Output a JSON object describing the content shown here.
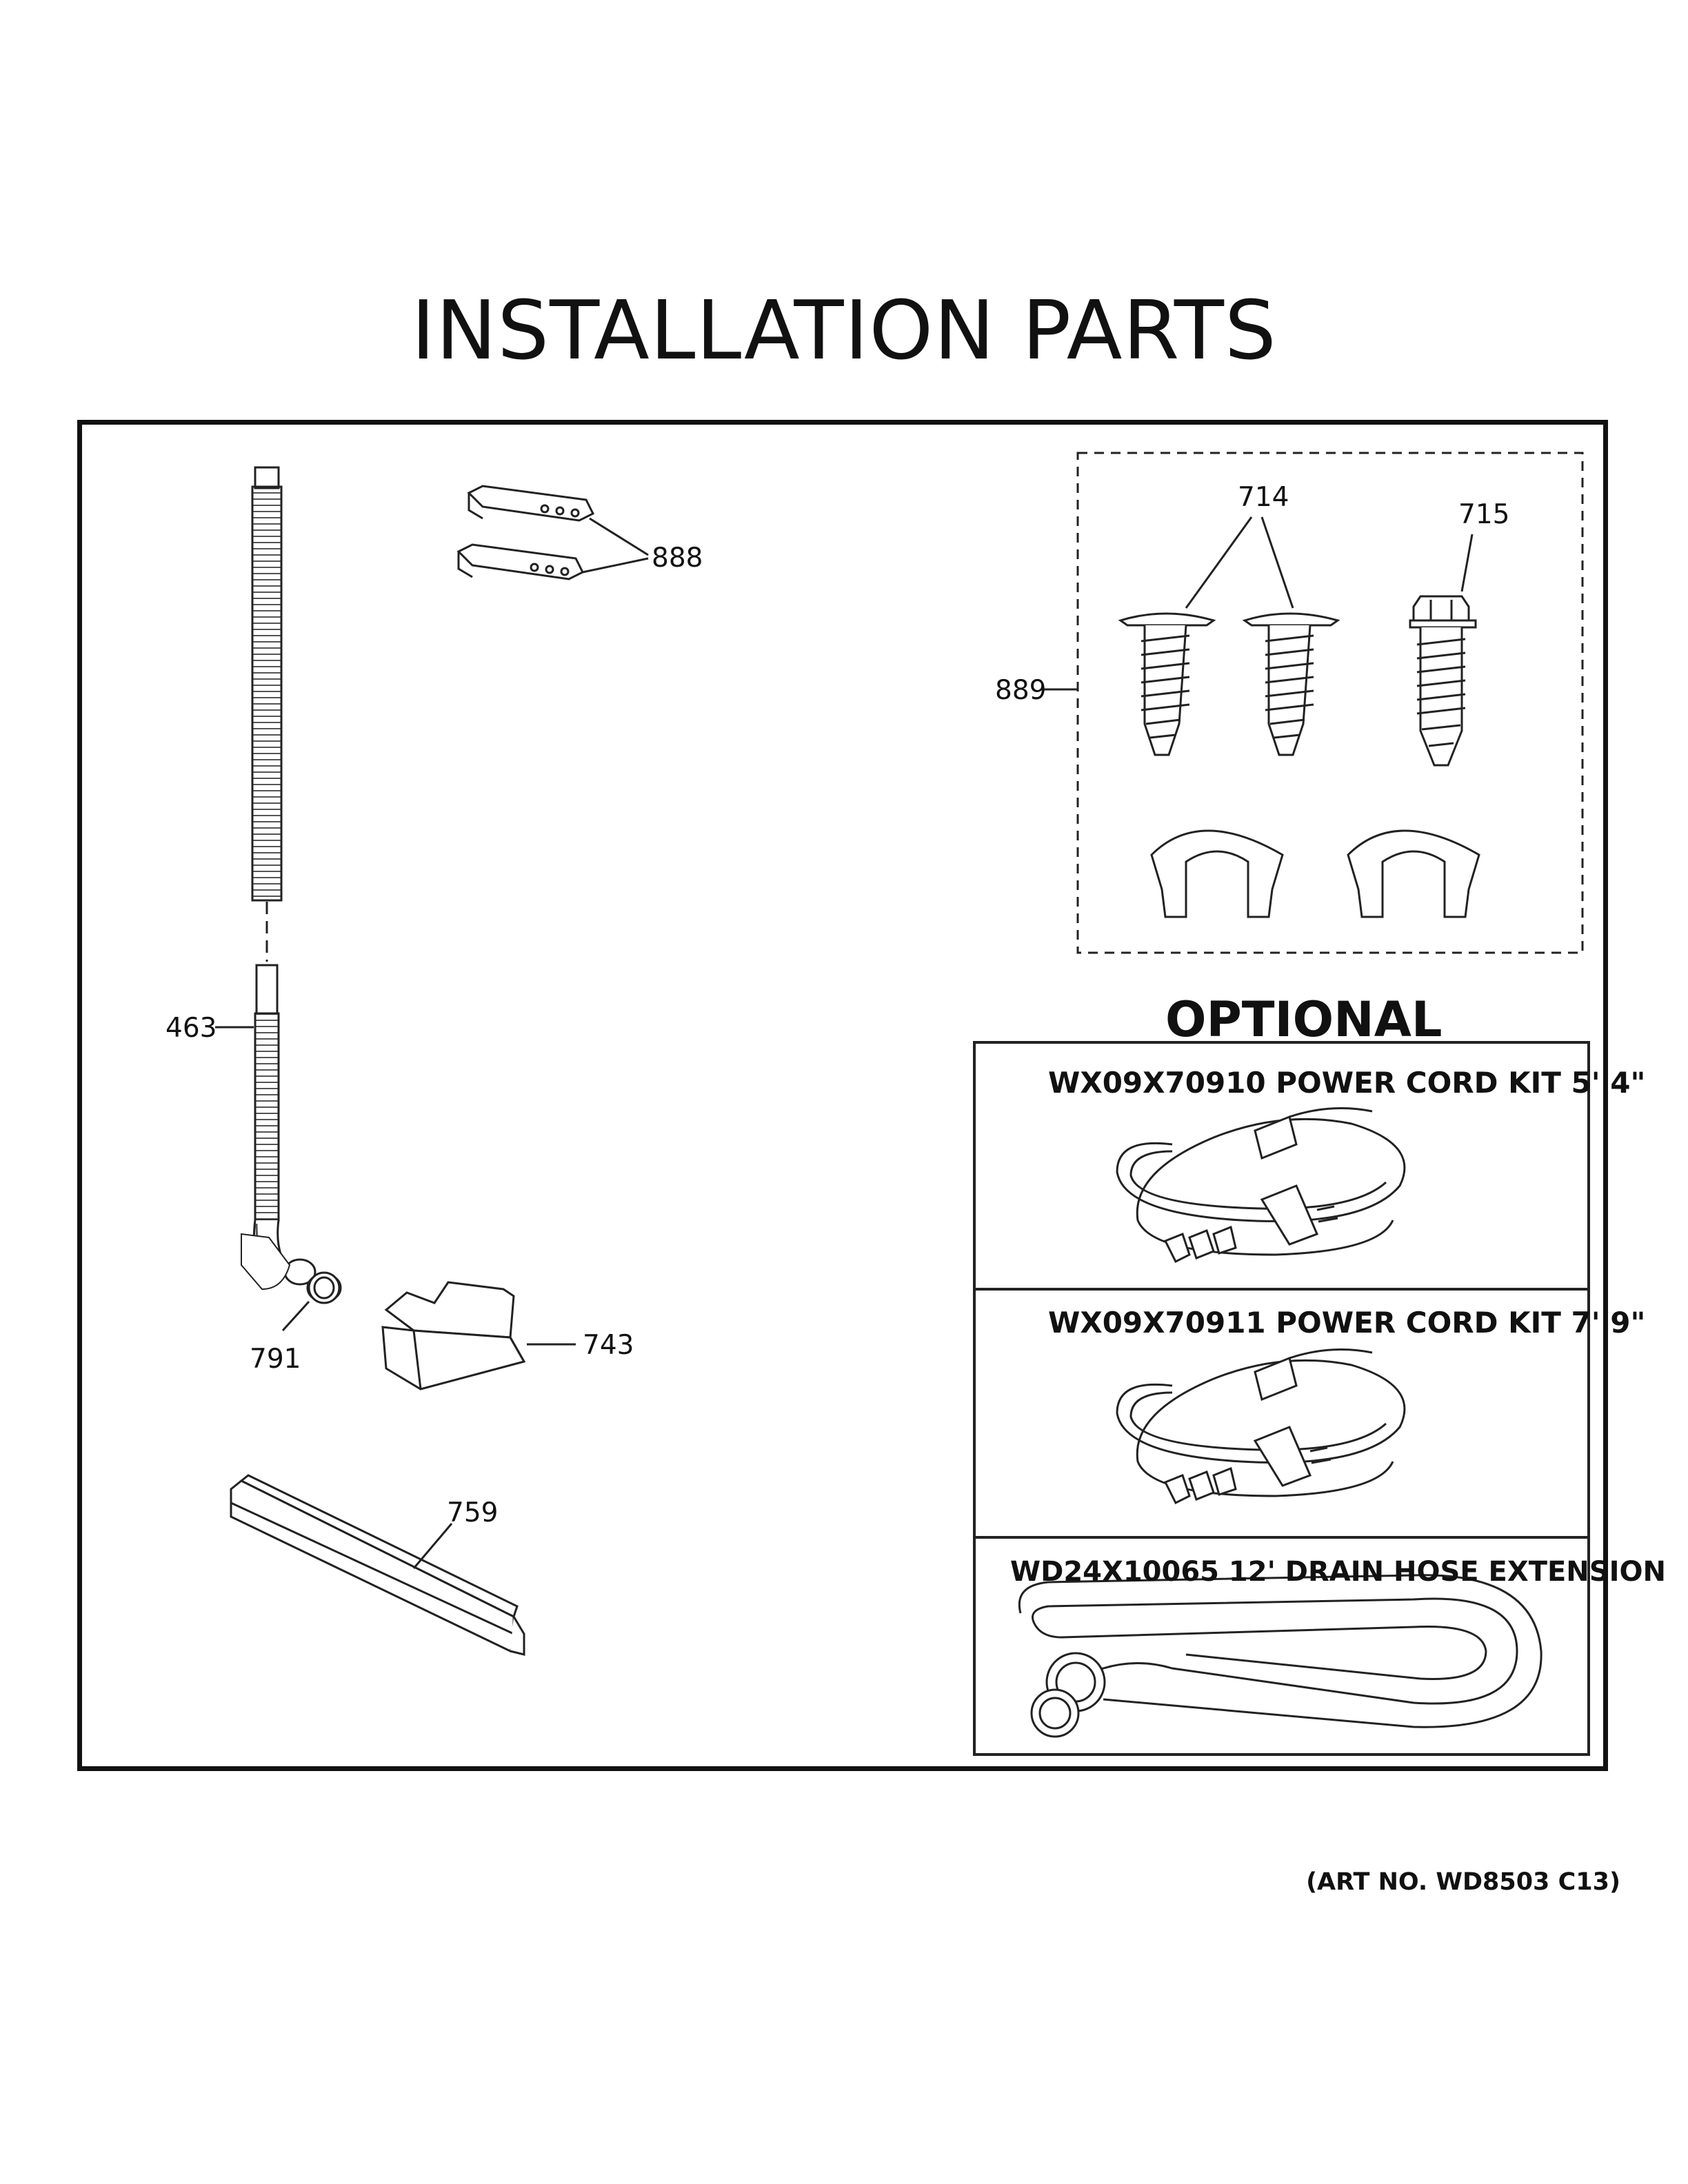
{
  "page": {
    "title": "INSTALLATION PARTS",
    "art_number": "(ART NO. WD8503 C13)"
  },
  "callouts": {
    "p888": "888",
    "p714": "714",
    "p715": "715",
    "p889": "889",
    "p463": "463",
    "p791": "791",
    "p743": "743",
    "p759": "759"
  },
  "optional": {
    "heading": "OPTIONAL",
    "kits": [
      {
        "title": "WX09X70910 POWER CORD KIT 5' 4\""
      },
      {
        "title": "WX09X70911 POWER CORD KIT 7' 9\""
      },
      {
        "title": "WD24X10065 12' DRAIN HOSE EXTENSION"
      }
    ]
  }
}
